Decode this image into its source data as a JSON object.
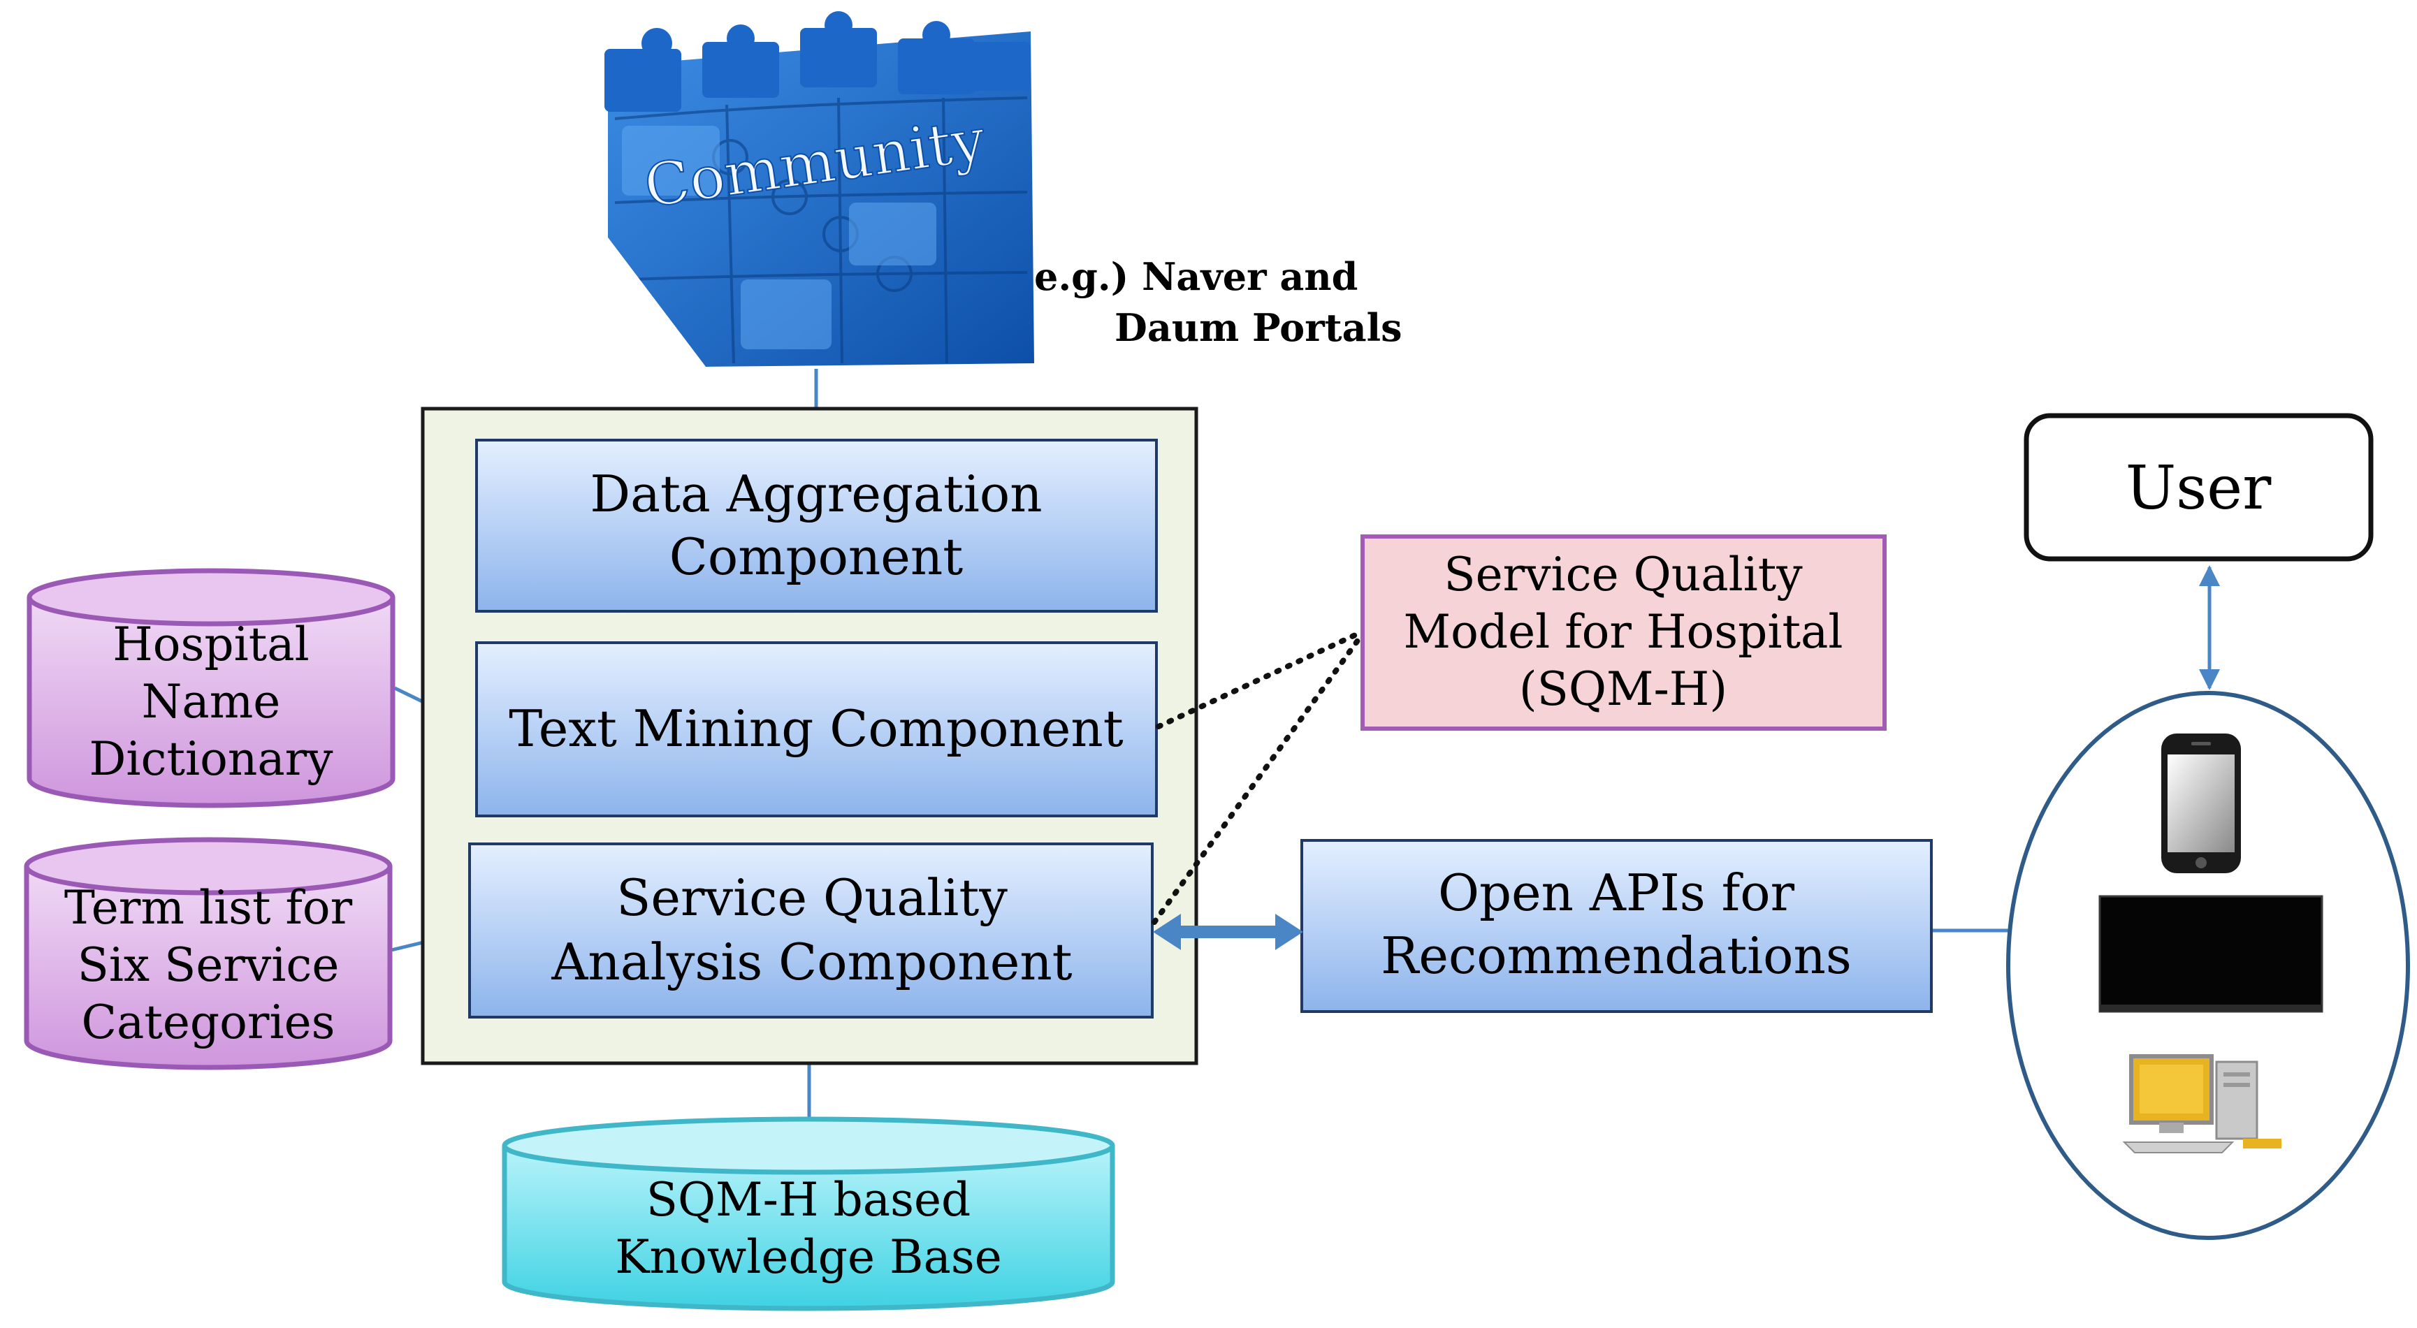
{
  "community": {
    "label": "Community",
    "example_line1": "e.g.) Naver and",
    "example_line2": "Daum Portals"
  },
  "components": {
    "data_aggregation": [
      "Data Aggregation",
      "Component"
    ],
    "text_mining": [
      "Text Mining Component"
    ],
    "service_quality_analysis": [
      "Service Quality",
      "Analysis Component"
    ]
  },
  "databases": {
    "hospital_name": [
      "Hospital",
      "Name",
      "Dictionary"
    ],
    "term_list": [
      "Term list for",
      "Six Service",
      "Categories"
    ],
    "knowledge_base": [
      "SQM-H based",
      "Knowledge Base"
    ]
  },
  "sqm_h": [
    "Service Quality",
    "Model for Hospital",
    "(SQM-H)"
  ],
  "open_apis": [
    "Open APIs for",
    "Recommendations"
  ],
  "user": {
    "label": "User"
  },
  "devices": [
    "smartphone-icon",
    "tv-icon",
    "desktop-computer-icon"
  ],
  "colors": {
    "component_fill_top": "#dbe9fb",
    "component_fill_bottom": "#8fb6ee",
    "container_fill": "#eef3e4",
    "database_purple": "#dcb2e6",
    "database_purple_stroke": "#9b59b6",
    "knowledge_cyan": "#5fdcea",
    "sqm_fill": "#f6d3d6",
    "sqm_stroke": "#a45bb5",
    "connector_blue": "#4a86c5",
    "puzzle_blue": "#1d67c9"
  }
}
